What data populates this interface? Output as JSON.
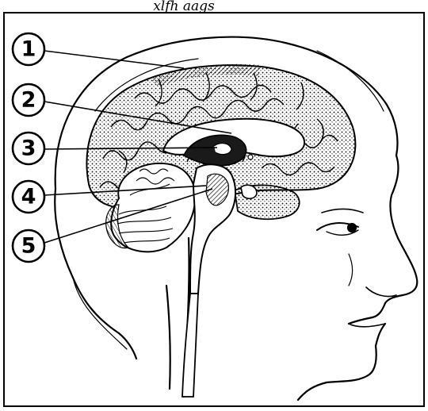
{
  "header": {
    "handwritten_note": "xlfh aags"
  },
  "labels": [
    {
      "number": "1"
    },
    {
      "number": "2"
    },
    {
      "number": "3"
    },
    {
      "number": "4"
    },
    {
      "number": "5"
    }
  ],
  "colors": {
    "ink": "#000000",
    "background": "#ffffff"
  }
}
